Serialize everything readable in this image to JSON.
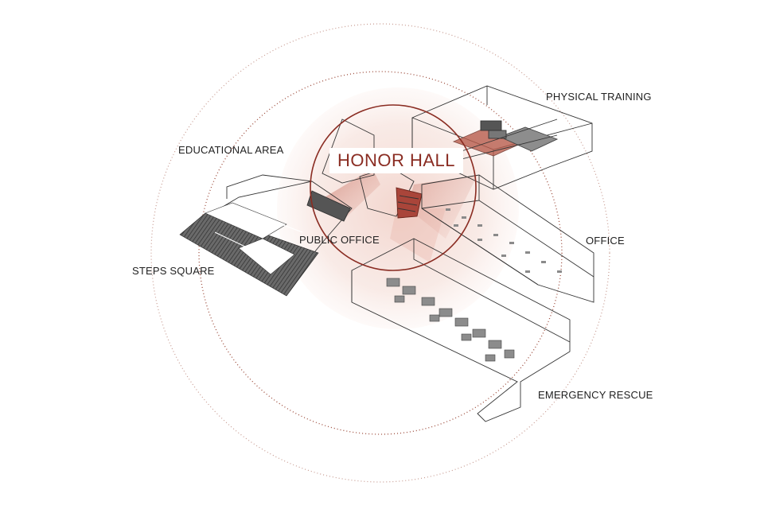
{
  "diagram": {
    "title": "HONOR HALL",
    "zones": {
      "physical_training": "PHYSICAL TRAINING",
      "educational_area": "EDUCATIONAL AREA",
      "public_office": "PUBLIC OFFICE",
      "office": "OFFICE",
      "steps_square": "STEPS SQUARE",
      "emergency_rescue": "EMERGENCY RESCUE"
    },
    "colors": {
      "accent": "#8a2c22",
      "halo": "#f3dcd6",
      "line": "#333333",
      "ring": "#b06a58"
    }
  }
}
